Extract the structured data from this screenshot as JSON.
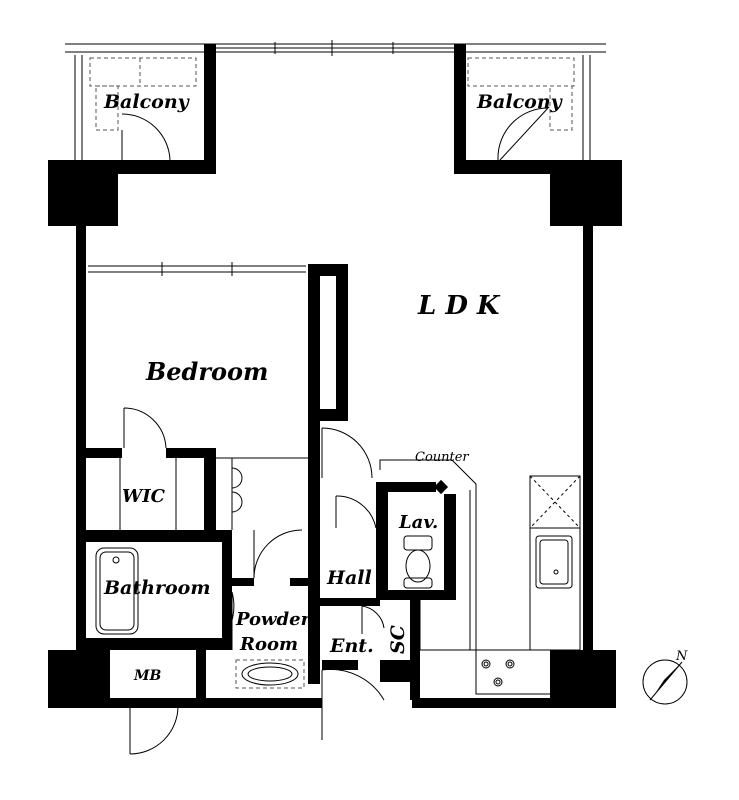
{
  "rooms": {
    "balcony_left": "Balcony",
    "balcony_right": "Balcony",
    "ldk": "L D K",
    "bedroom": "Bedroom",
    "counter": "Counter",
    "wic": "WIC",
    "lav": "Lav.",
    "hall": "Hall",
    "bathroom": "Bathroom",
    "powder_room_line1": "Powder",
    "powder_room_line2": "Room",
    "entrance": "Ent.",
    "shoe_closet": "SC",
    "meter_box": "MB"
  },
  "compass": {
    "label": "N"
  }
}
